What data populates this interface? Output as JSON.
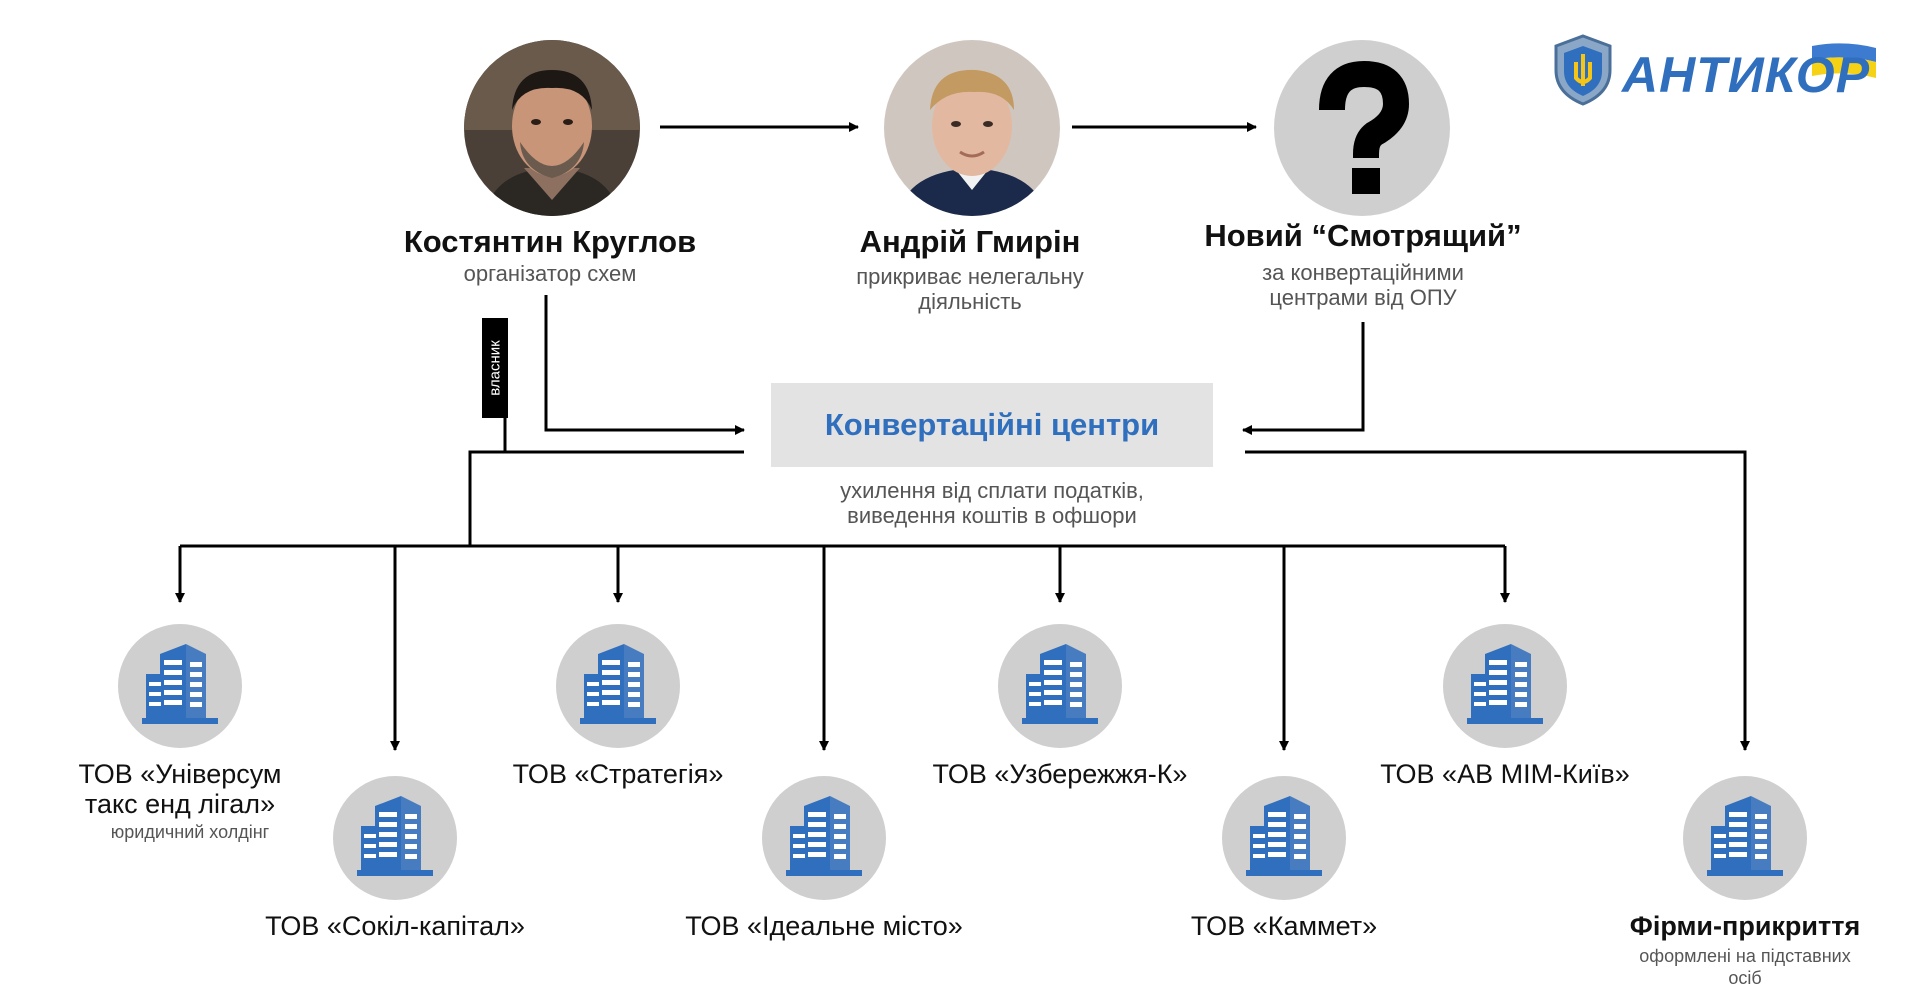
{
  "logo": {
    "text": "АНТИКОР",
    "brand_color": "#2f6fbd"
  },
  "people": {
    "kruglov": {
      "name": "Костянтин Круглов",
      "role": "організатор схем"
    },
    "hmyrin": {
      "name": "Андрій Гмирін",
      "role_line1": "прикриває нелегальну",
      "role_line2": "діяльність"
    },
    "new_overseer": {
      "name": "Новий “Смотрящий”",
      "role_line1": "за конвертаційними",
      "role_line2": "центрами від ОПУ",
      "icon": "question-mark"
    }
  },
  "owner_tag": "власник",
  "center": {
    "title": "Конвертаційні центри",
    "desc_line1": "ухилення від сплати податків,",
    "desc_line2": "виведення коштів в офшори"
  },
  "companies": [
    {
      "name_line1": "ТОВ «Універсум",
      "name_line2": "такс енд лігал»",
      "sub": "юридичний холдінг"
    },
    {
      "name_line1": "ТОВ «Сокіл-капітал»"
    },
    {
      "name_line1": "ТОВ «Стратегія»"
    },
    {
      "name_line1": "ТОВ «Ідеальне місто»"
    },
    {
      "name_line1": "ТОВ «Узбережжя-К»"
    },
    {
      "name_line1": "ТОВ «Каммет»"
    },
    {
      "name_line1": "ТОВ «АВ МІМ-Київ»"
    },
    {
      "name_line1": "Фірми-прикриття",
      "sub_line1": "оформлені на підставних",
      "sub_line2": "осіб"
    }
  ],
  "colors": {
    "icon_bg": "#cfcfcf",
    "building": "#2f6fbd",
    "center_bg": "#e3e3e3"
  }
}
